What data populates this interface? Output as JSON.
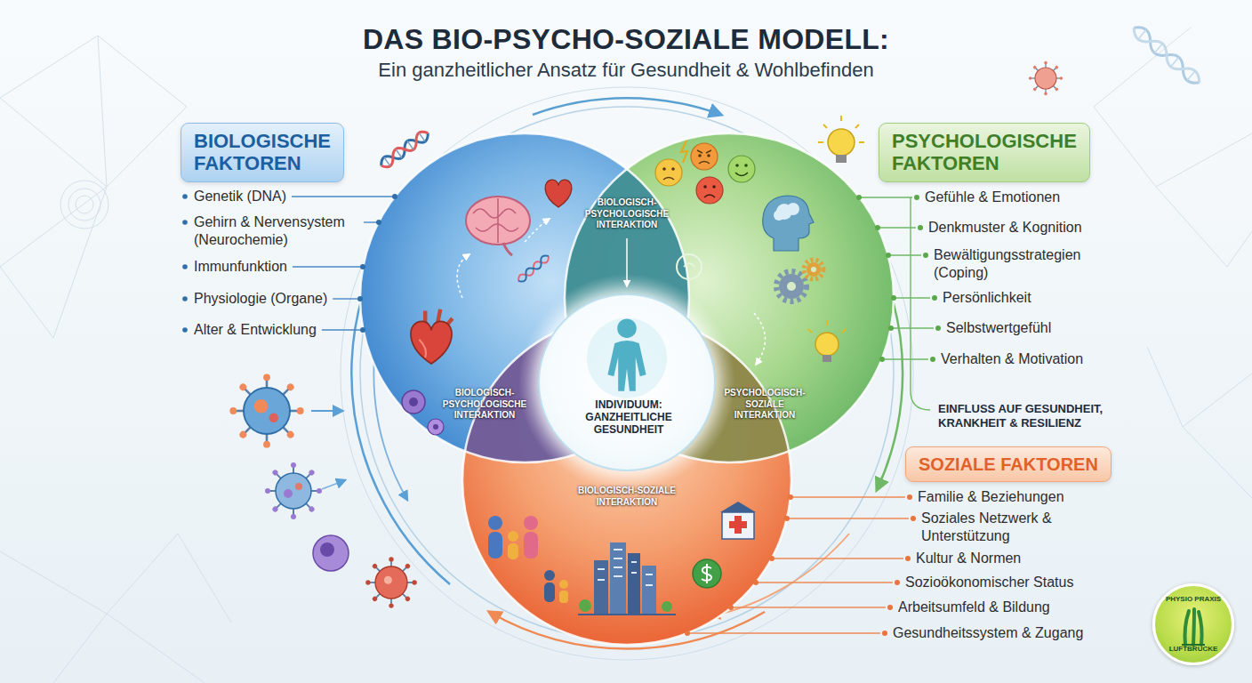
{
  "diagram": {
    "title": "DAS BIO-PSYCHO-SOZIALE MODELL:",
    "nodes": [
      {
        "text": [
          "BIOLOGISCHE FAKTOREN"
        ]
      },
      {
        "text": [
          "PSYCHOLOGISCHE FAKTOREN"
        ]
      },
      {
        "text": [
          "INDIVIDUUM: GANZHEITLICHE GESUNDHEIT"
        ]
      },
      {
        "text": [
          "SOZIALE FAKTOREN"
        ]
      },
      {
        "text": [
          "PHYSIO PRAXIS",
          "LUFTBRÜCKE"
        ]
      }
    ],
    "labels": [
      "Ein ganzheitlicher Ansatz für Gesundheit & Wohlbefinden",
      "Genetik (DNA)",
      "Gehirn & Nervensystem (Neurochemie)",
      "Immunfunktion",
      "Physiologie (Organe)",
      "Alter & Entwicklung",
      "Gefühle & Emotionen",
      "Denkmuster & Kognition",
      "Bewältigungsstrategien (Coping)",
      "Persönlichkeit",
      "Selbstwertgefühl",
      "Verhalten & Motivation",
      "EINFLUSS AUF GESUNDHEIT, KRANKHEIT & RESILIENZ",
      "Familie & Beziehungen",
      "Soziales Netzwerk & Unterstützung",
      "Kultur & Normen",
      "Sozioökonomischer Status",
      "Arbeitsumfeld & Bildung",
      "Gesundheitssystem & Zugang",
      "BIOLOGISCH-PSYCHOLOGISCHE INTERAKTION",
      "BIOLOGISCH-PSYCHOLOGISCHE INTERAKTION",
      "PSYCHOLOGISCH-SOZIALE INTERAKTION",
      "BIOLOGISCH-SOZIALE INTERAKTION"
    ]
  }
}
